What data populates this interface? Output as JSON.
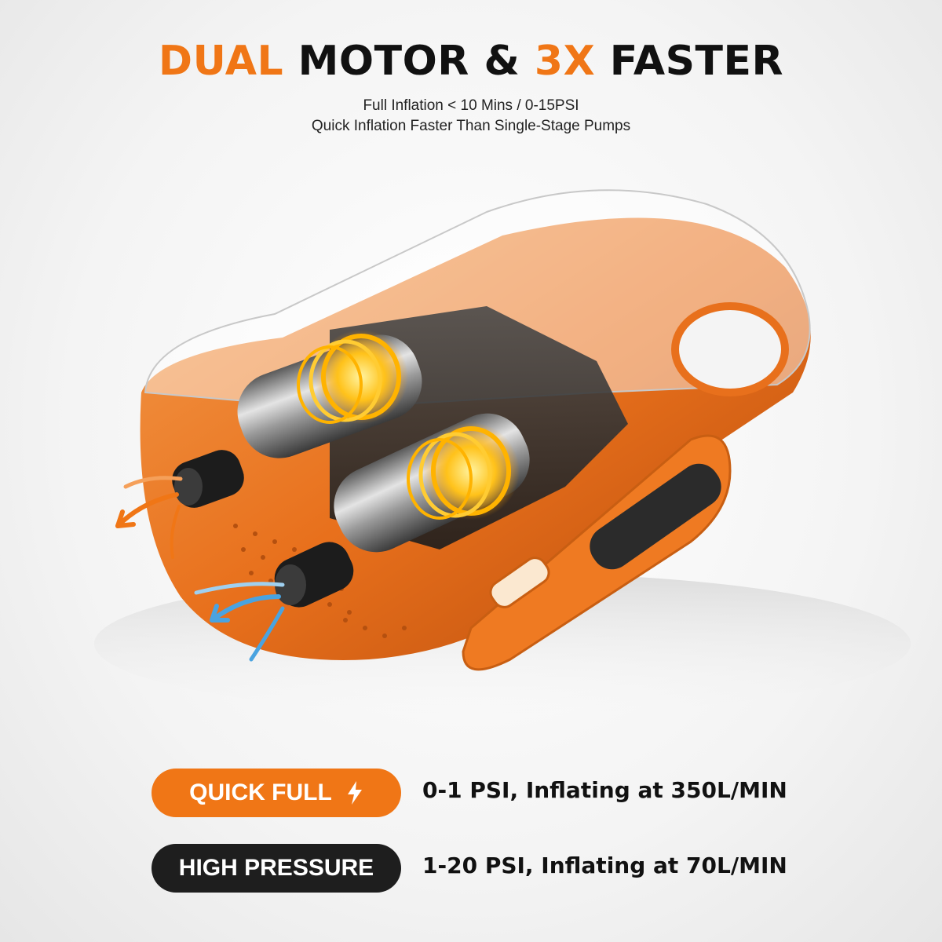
{
  "headline": {
    "part1": "DUAL",
    "part2": " MOTOR & ",
    "part3": "3X",
    "part4": " FASTER"
  },
  "subtitle": {
    "line1": "Full Inflation < 10 Mins / 0-15PSI",
    "line2": "Quick Inflation Faster Than Single-Stage Pumps"
  },
  "modes": [
    {
      "label": "QUICK FULL",
      "icon": "lightning-bolt-icon",
      "description": "0-1 PSI, Inflating at 350L/MIN",
      "color": "#f07616"
    },
    {
      "label": "HIGH PRESSURE",
      "description": "1-20 PSI, Inflating at 70L/MIN",
      "color": "#1e1e1e"
    }
  ],
  "colors": {
    "accent": "#f07616",
    "dark": "#1e1e1e",
    "text": "#111111"
  }
}
